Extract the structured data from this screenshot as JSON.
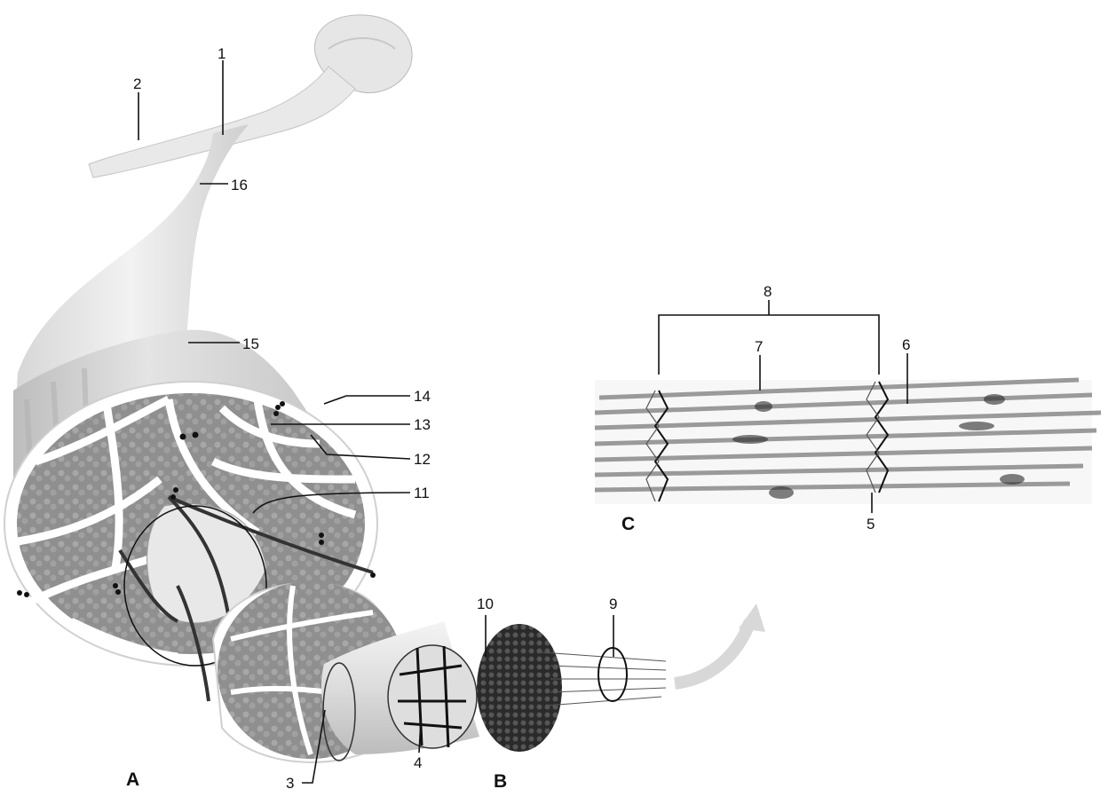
{
  "labels": {
    "n1": "1",
    "n2": "2",
    "n3": "3",
    "n4": "4",
    "n5": "5",
    "n6": "6",
    "n7": "7",
    "n8": "8",
    "n9": "9",
    "n10": "10",
    "n11": "11",
    "n12": "12",
    "n13": "13",
    "n14": "14",
    "n15": "15",
    "n16": "16"
  },
  "panels": {
    "a": "A",
    "b": "B",
    "c": "C"
  }
}
